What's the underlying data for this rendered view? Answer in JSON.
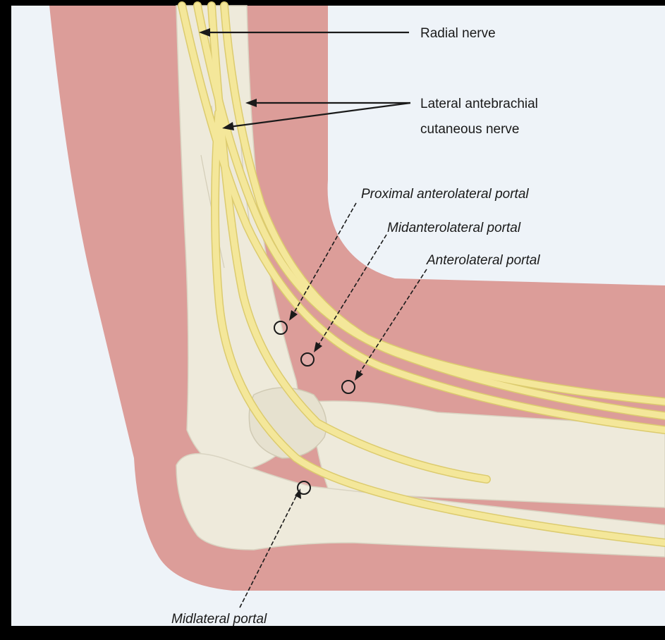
{
  "labels": {
    "radial_nerve": "Radial nerve",
    "lateral_antebrachial_line1": "Lateral antebrachial",
    "lateral_antebrachial_line2": "cutaneous nerve",
    "proximal_anterolateral": "Proximal anterolateral portal",
    "midanterolateral": "Midanterolateral portal",
    "anterolateral": "Anterolateral portal",
    "midlateral": "Midlateral portal"
  },
  "colors": {
    "background": "#eef3f8",
    "frame": "#000000",
    "skin": "#dc9d99",
    "bone": "#eeeadb",
    "bone_shadow": "#d9d4c2",
    "nerve": "#f4e79a",
    "nerve_edge": "#dccb6e",
    "text": "#1a1a1a"
  }
}
